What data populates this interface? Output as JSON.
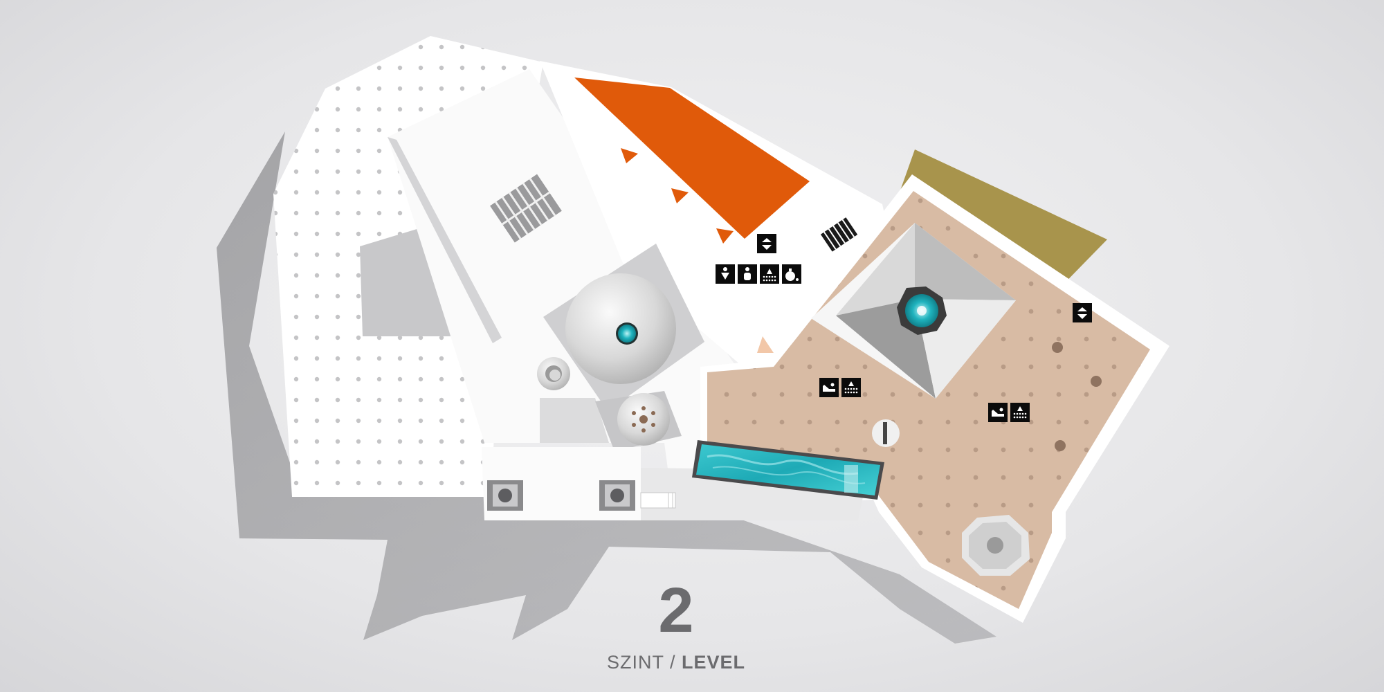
{
  "level": {
    "number": "2",
    "label_local": "SZINT",
    "separator": " / ",
    "label_en": "LEVEL"
  },
  "colors": {
    "accent_orange": "#e05a0a",
    "olive_zone": "#a8944c",
    "wood_deck": "#d8bba4",
    "pool_water": "#2ab8c2",
    "floor_white": "#ffffff",
    "text_gray": "#6b6b6e"
  },
  "icons": [
    "stairs-up-down-icon",
    "down-arrow-person-icon",
    "person-icon",
    "sauna-heat-icon",
    "bucket-icon",
    "lounger-icon",
    "shower-icon"
  ]
}
